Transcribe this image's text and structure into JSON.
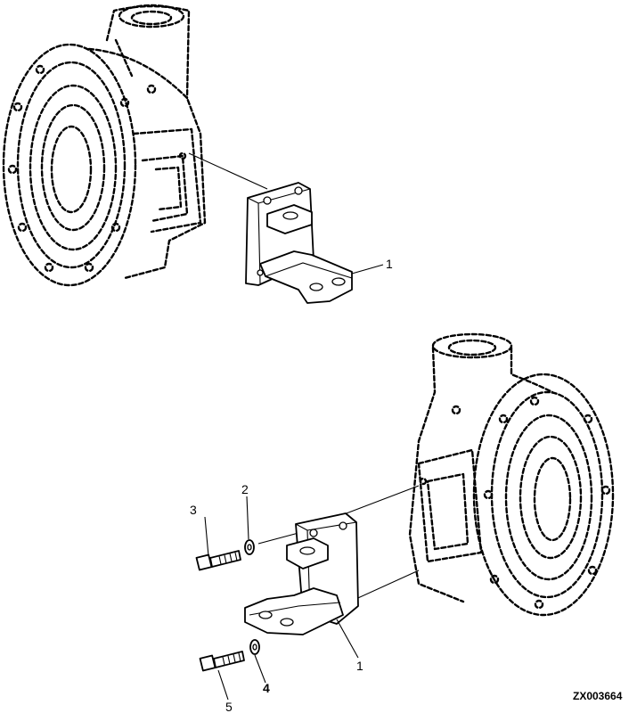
{
  "callouts": {
    "bracket_top": "1",
    "bracket_bottom": "1",
    "washer_upper": "2",
    "bolt_upper": "3",
    "washer_lower": "4",
    "bolt_lower": "5"
  },
  "figure_code": "ZX003664"
}
